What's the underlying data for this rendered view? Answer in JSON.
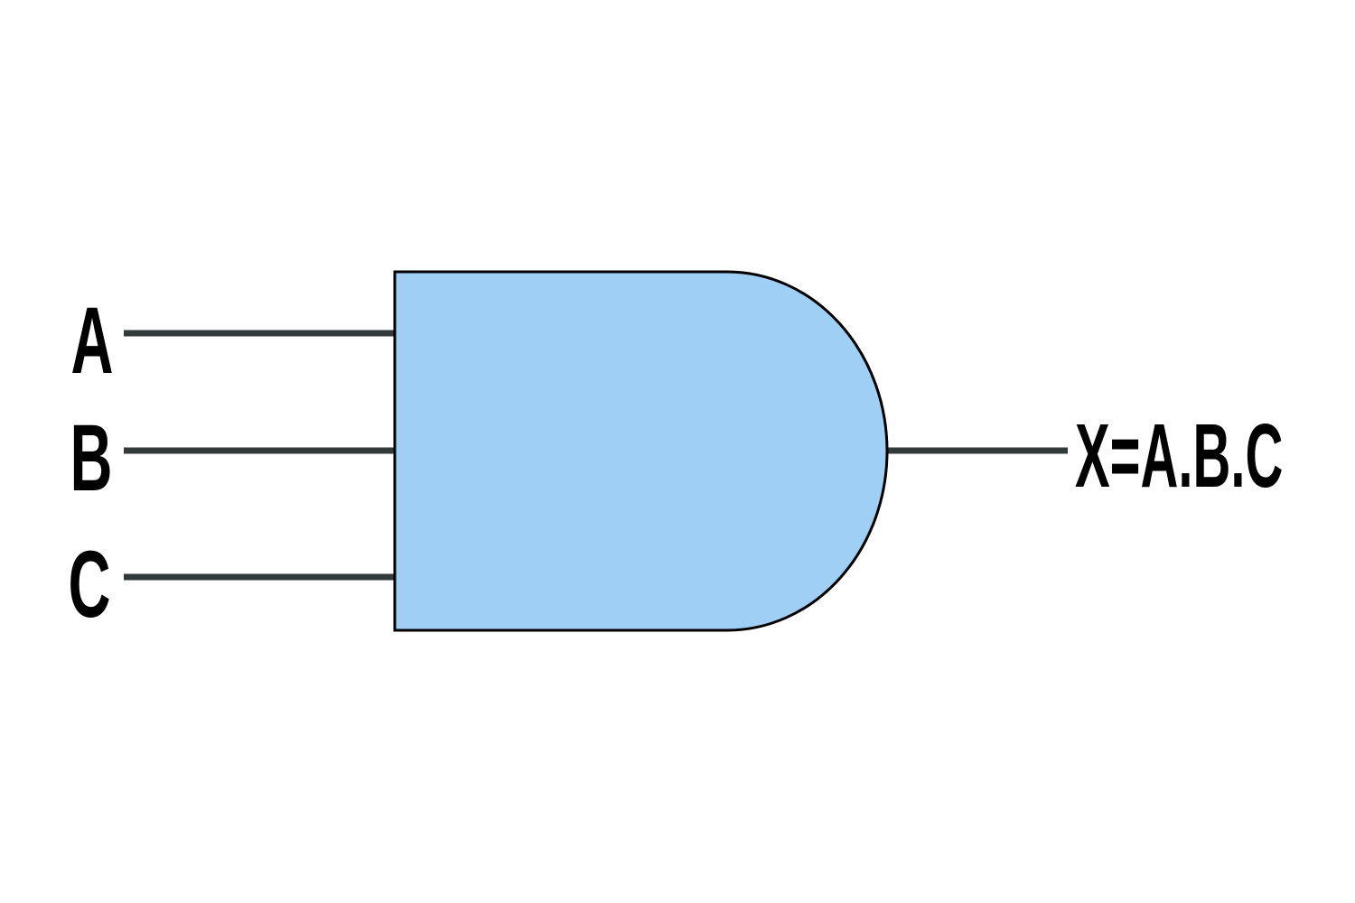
{
  "inputs": [
    {
      "label": "A"
    },
    {
      "label": "B"
    },
    {
      "label": "C"
    }
  ],
  "output": {
    "label": "X=A.B.C"
  },
  "colors": {
    "gate_fill": "#9fcff5",
    "gate_stroke": "#000000",
    "wire": "#333a3a",
    "text": "#000000",
    "background": "#ffffff"
  }
}
